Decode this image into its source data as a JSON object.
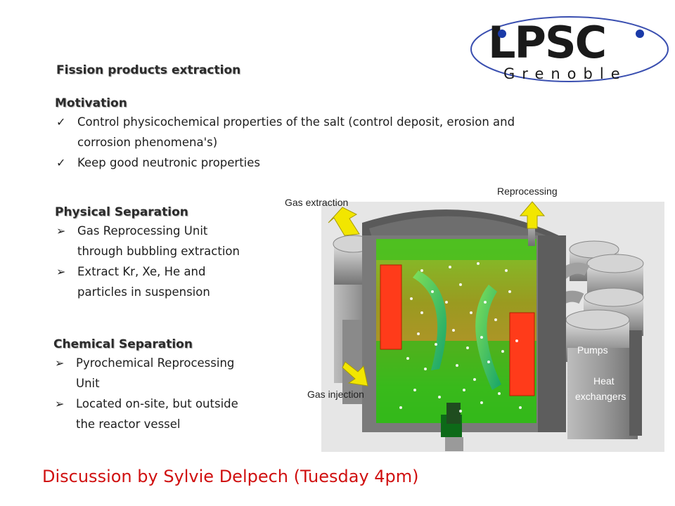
{
  "title": "Fission products extraction",
  "logo": {
    "main": "LPSC",
    "sub": "Grenoble"
  },
  "motivation": {
    "heading": "Motivation",
    "items": [
      {
        "line1": "Control physicochemical properties of the salt (control deposit, erosion and",
        "line2": "corrosion phenomena's)"
      },
      {
        "line1": "Keep good neutronic properties",
        "line2": ""
      }
    ]
  },
  "physical": {
    "heading": "Physical Separation",
    "items": [
      {
        "line1": "Gas Reprocessing Unit",
        "line2": "through bubbling extraction"
      },
      {
        "line1": "Extract Kr, Xe, He and",
        "line2": "particles in suspension"
      }
    ]
  },
  "chemical": {
    "heading": "Chemical Separation",
    "items": [
      {
        "line1": "Pyrochemical Reprocessing",
        "line2": "Unit"
      },
      {
        "line1": "Located on-site, but outside",
        "line2": "the reactor vessel"
      }
    ]
  },
  "diagram": {
    "labels": {
      "gas_extraction": "Gas extraction",
      "reprocessing": "Reprocessing",
      "gas_injection": "Gas injection",
      "pumps": "Pumps",
      "heat1": "Heat",
      "heat2": "exchangers"
    }
  },
  "footer": "Discussion by Sylvie Delpech (Tuesday 4pm)",
  "colors": {
    "footer": "#d01010",
    "arrow": "#f2e600",
    "salt": "#3fbf1a",
    "heater": "#ff3b1a",
    "logo_blue": "#1a3aa8"
  }
}
